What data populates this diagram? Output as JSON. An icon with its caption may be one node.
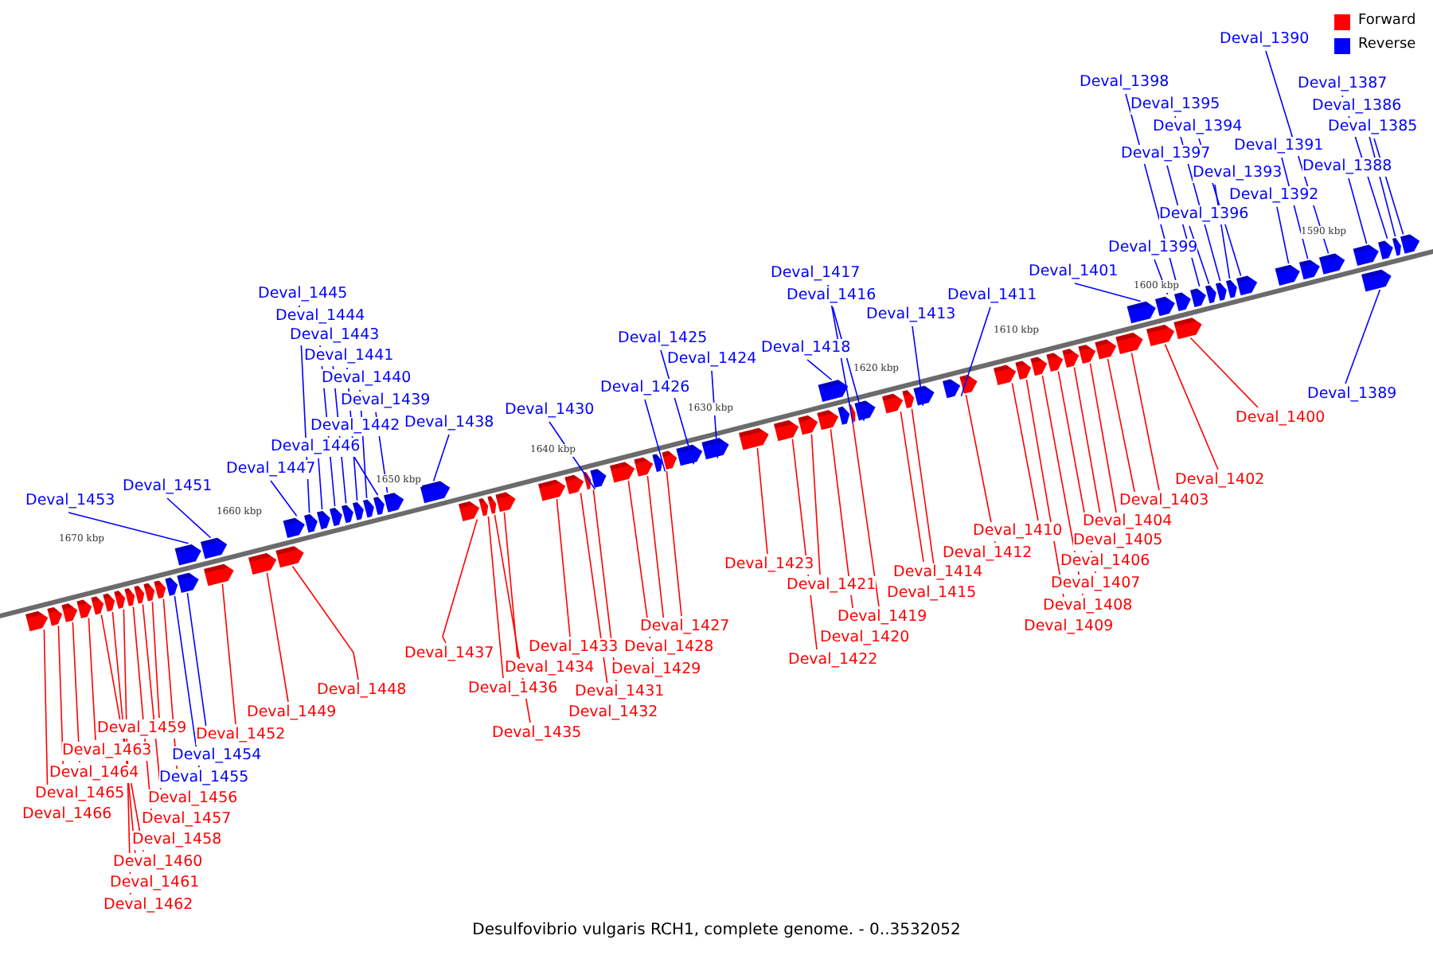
{
  "diagram": {
    "caption": "Desulfovibrio vulgaris RCH1, complete genome. - 0..3532052",
    "nodes": [
      {
        "text": [
          "Deval_1390"
        ]
      },
      {
        "text": [
          "Deval_1398"
        ]
      },
      {
        "text": [
          "Deval_1387"
        ]
      },
      {
        "text": [
          "Deval_1395"
        ]
      },
      {
        "text": [
          "Deval_1386"
        ]
      },
      {
        "text": [
          "Deval_1394"
        ]
      },
      {
        "text": [
          "Deval_1385"
        ]
      },
      {
        "text": [
          "Deval_1391"
        ]
      },
      {
        "text": [
          "Deval_1397"
        ]
      },
      {
        "text": [
          "Deval_1388"
        ]
      },
      {
        "text": [
          "Deval_1393"
        ]
      },
      {
        "text": [
          "Deval_1392"
        ]
      },
      {
        "text": [
          "Deval_1396"
        ]
      },
      {
        "text": [
          "Deval_1399"
        ]
      },
      {
        "text": [
          "Deval_1401"
        ]
      },
      {
        "text": [
          "Deval_1417"
        ]
      },
      {
        "text": [
          "Deval_1445"
        ]
      },
      {
        "text": [
          "Deval_1416"
        ]
      },
      {
        "text": [
          "Deval_1411"
        ]
      },
      {
        "text": [
          "Deval_1413"
        ]
      },
      {
        "text": [
          "Deval_1444"
        ]
      },
      {
        "text": [
          "Deval_1443"
        ]
      },
      {
        "text": [
          "Deval_1425"
        ]
      },
      {
        "text": [
          "Deval_1418"
        ]
      },
      {
        "text": [
          "Deval_1441"
        ]
      },
      {
        "text": [
          "Deval_1424"
        ]
      },
      {
        "text": [
          "Deval_1440"
        ]
      },
      {
        "text": [
          "Deval_1426"
        ]
      },
      {
        "text": [
          "Deval_1389"
        ]
      },
      {
        "text": [
          "Deval_1439"
        ]
      },
      {
        "text": [
          "Deval_1430"
        ]
      },
      {
        "text": [
          "Deval_1400"
        ]
      },
      {
        "text": [
          "Deval_1438"
        ]
      },
      {
        "text": [
          "Deval_1442"
        ]
      },
      {
        "text": [
          "Deval_1446"
        ]
      },
      {
        "text": [
          "Deval_1447"
        ]
      },
      {
        "text": [
          "Deval_1402"
        ]
      },
      {
        "text": [
          "Deval_1451"
        ]
      },
      {
        "text": [
          "Deval_1453"
        ]
      },
      {
        "text": [
          "Deval_1403"
        ]
      },
      {
        "text": [
          "Deval_1404"
        ]
      },
      {
        "text": [
          "Deval_1410"
        ]
      },
      {
        "text": [
          "Deval_1405"
        ]
      },
      {
        "text": [
          "Deval_1412"
        ]
      },
      {
        "text": [
          "Deval_1406"
        ]
      },
      {
        "text": [
          "Deval_1423"
        ]
      },
      {
        "text": [
          "Deval_1414"
        ]
      },
      {
        "text": [
          "Deval_1407"
        ]
      },
      {
        "text": [
          "Deval_1421"
        ]
      },
      {
        "text": [
          "Deval_1415"
        ]
      },
      {
        "text": [
          "Deval_1408"
        ]
      },
      {
        "text": [
          "Deval_1419"
        ]
      },
      {
        "text": [
          "Deval_1409"
        ]
      },
      {
        "text": [
          "Deval_1427"
        ]
      },
      {
        "text": [
          "Deval_1420"
        ]
      },
      {
        "text": [
          "Deval_1433"
        ]
      },
      {
        "text": [
          "Deval_1428"
        ]
      },
      {
        "text": [
          "Deval_1437"
        ]
      },
      {
        "text": [
          "Deval_1422"
        ]
      },
      {
        "text": [
          "Deval_1434"
        ]
      },
      {
        "text": [
          "Deval_1429"
        ]
      },
      {
        "text": [
          "Deval_1436"
        ]
      },
      {
        "text": [
          "Deval_1448"
        ]
      },
      {
        "text": [
          "Deval_1431"
        ]
      },
      {
        "text": [
          "Deval_1449"
        ]
      },
      {
        "text": [
          "Deval_1432"
        ]
      },
      {
        "text": [
          "Deval_1459"
        ]
      },
      {
        "text": [
          "Deval_1435"
        ]
      },
      {
        "text": [
          "Deval_1452"
        ]
      },
      {
        "text": [
          "Deval_1463"
        ]
      },
      {
        "text": [
          "Deval_1454"
        ]
      },
      {
        "text": [
          "Deval_1464"
        ]
      },
      {
        "text": [
          "Deval_1455"
        ]
      },
      {
        "text": [
          "Deval_1465"
        ]
      },
      {
        "text": [
          "Deval_1456"
        ]
      },
      {
        "text": [
          "Deval_1466"
        ]
      },
      {
        "text": [
          "Deval_1457"
        ]
      },
      {
        "text": [
          "Deval_1458"
        ]
      },
      {
        "text": [
          "Deval_1460"
        ]
      },
      {
        "text": [
          "Deval_1461"
        ]
      },
      {
        "text": [
          "Deval_1462"
        ]
      },
      {
        "text": [],
        "shape": "arrow"
      },
      {
        "text": [],
        "shape": "arrow"
      },
      {
        "text": [],
        "shape": "arrow"
      },
      {
        "text": [],
        "shape": "arrow"
      },
      {
        "text": [],
        "shape": "arrow"
      },
      {
        "text": [],
        "shape": "arrow"
      },
      {
        "text": [],
        "shape": "arrow"
      },
      {
        "text": [],
        "shape": "arrow"
      },
      {
        "text": [],
        "shape": "arrow"
      },
      {
        "text": [],
        "shape": "arrow"
      },
      {
        "text": [],
        "shape": "arrow"
      },
      {
        "text": [],
        "shape": "arrow"
      },
      {
        "text": [],
        "shape": "arrow"
      },
      {
        "text": [],
        "shape": "arrow"
      },
      {
        "text": [],
        "shape": "arrow"
      },
      {
        "text": [],
        "shape": "arrow"
      },
      {
        "text": [],
        "shape": "arrow"
      },
      {
        "text": [],
        "shape": "arrow"
      },
      {
        "text": [],
        "shape": "arrow"
      },
      {
        "text": [],
        "shape": "arrow"
      },
      {
        "text": [],
        "shape": "arrow"
      },
      {
        "text": [],
        "shape": "arrow"
      },
      {
        "text": [],
        "shape": "arrow"
      },
      {
        "text": [],
        "shape": "arrow"
      },
      {
        "text": [],
        "shape": "arrow"
      },
      {
        "text": [],
        "shape": "arrow"
      },
      {
        "text": [],
        "shape": "arrow"
      },
      {
        "text": [],
        "shape": "arrow"
      },
      {
        "text": [],
        "shape": "arrow"
      },
      {
        "text": [],
        "shape": "arrow"
      },
      {
        "text": [],
        "shape": "arrow"
      },
      {
        "text": [],
        "shape": "arrow"
      },
      {
        "text": [],
        "shape": "arrow"
      },
      {
        "text": [],
        "shape": "arrow"
      },
      {
        "text": [],
        "shape": "arrow"
      },
      {
        "text": [],
        "shape": "arrow"
      },
      {
        "text": [],
        "shape": "arrow"
      },
      {
        "text": [],
        "shape": "arrow"
      },
      {
        "text": [],
        "shape": "arrow"
      },
      {
        "text": [],
        "shape": "arrow"
      },
      {
        "text": [],
        "shape": "arrow"
      },
      {
        "text": [],
        "shape": "arrow"
      },
      {
        "text": [],
        "shape": "arrow"
      },
      {
        "text": [],
        "shape": "arrow"
      },
      {
        "text": [],
        "shape": "arrow"
      },
      {
        "text": [],
        "shape": "arrow"
      },
      {
        "text": [],
        "shape": "arrow"
      },
      {
        "text": [],
        "shape": "arrow"
      },
      {
        "text": [],
        "shape": "arrow"
      },
      {
        "text": [],
        "shape": "arrow"
      },
      {
        "text": [],
        "shape": "arrow"
      },
      {
        "text": [],
        "shape": "arrow"
      },
      {
        "text": [],
        "shape": "arrow"
      },
      {
        "text": [],
        "shape": "arrow"
      },
      {
        "text": [],
        "shape": "arrow"
      },
      {
        "text": [],
        "shape": "arrow"
      },
      {
        "text": [],
        "shape": "arrow"
      },
      {
        "text": [],
        "shape": "arrow"
      },
      {
        "text": [],
        "shape": "arrow"
      },
      {
        "text": [],
        "shape": "arrow"
      },
      {
        "text": [],
        "shape": "arrow"
      },
      {
        "text": [],
        "shape": "arrow"
      },
      {
        "text": [],
        "shape": "arrow"
      },
      {
        "text": [],
        "shape": "arrow"
      },
      {
        "text": [],
        "shape": "arrow"
      },
      {
        "text": [],
        "shape": "arrow"
      },
      {
        "text": [],
        "shape": "arrow"
      },
      {
        "text": [],
        "shape": "arrow"
      },
      {
        "text": [],
        "shape": "arrow"
      },
      {
        "text": [],
        "shape": "arrow"
      },
      {
        "text": [],
        "shape": "arrow"
      },
      {
        "text": [],
        "shape": "arrow"
      },
      {
        "text": [],
        "shape": "arrow"
      },
      {
        "text": [],
        "shape": "arrow"
      },
      {
        "text": [],
        "shape": "arrow"
      },
      {
        "text": [],
        "shape": "arrow"
      },
      {
        "text": [],
        "shape": "arrow"
      },
      {
        "text": [],
        "shape": "arrow"
      },
      {
        "text": [],
        "shape": "arrow"
      },
      {
        "text": [],
        "shape": "arrow"
      },
      {
        "text": [],
        "shape": "arrow"
      }
    ],
    "edges": [
      {
        "from": 0,
        "to": 81,
        "arrow": "none",
        "color": "#0000ff"
      },
      {
        "from": 1,
        "to": 82,
        "arrow": "none",
        "color": "#0000ff"
      },
      {
        "from": 2,
        "to": 83,
        "arrow": "none",
        "color": "#0000ff"
      },
      {
        "from": 3,
        "to": 84,
        "arrow": "none",
        "color": "#0000ff"
      },
      {
        "from": 4,
        "to": 85,
        "arrow": "none",
        "color": "#0000ff"
      },
      {
        "from": 5,
        "to": 86,
        "arrow": "none",
        "color": "#0000ff"
      },
      {
        "from": 6,
        "to": 87,
        "arrow": "none",
        "color": "#0000ff"
      },
      {
        "from": 7,
        "to": 88,
        "arrow": "none",
        "color": "#0000ff"
      },
      {
        "from": 8,
        "to": 89,
        "arrow": "none",
        "color": "#0000ff"
      },
      {
        "from": 9,
        "to": 90,
        "arrow": "none",
        "color": "#0000ff"
      },
      {
        "from": 10,
        "to": 91,
        "arrow": "none",
        "color": "#0000ff"
      },
      {
        "from": 11,
        "to": 92,
        "arrow": "none",
        "color": "#0000ff"
      },
      {
        "from": 12,
        "to": 93,
        "arrow": "none",
        "color": "#0000ff"
      },
      {
        "from": 13,
        "to": 94,
        "arrow": "none",
        "color": "#0000ff"
      },
      {
        "from": 14,
        "to": 95,
        "arrow": "none",
        "color": "#0000ff"
      },
      {
        "from": 15,
        "to": 96,
        "arrow": "none",
        "color": "#0000ff"
      },
      {
        "from": 16,
        "to": 97,
        "arrow": "none",
        "color": "#0000ff"
      },
      {
        "from": 17,
        "to": 98,
        "arrow": "none",
        "color": "#0000ff"
      },
      {
        "from": 18,
        "to": 99,
        "arrow": "none",
        "color": "#0000ff"
      },
      {
        "from": 19,
        "to": 100,
        "arrow": "none",
        "color": "#0000ff"
      },
      {
        "from": 20,
        "to": 101,
        "arrow": "none",
        "color": "#0000ff"
      },
      {
        "from": 21,
        "to": 102,
        "arrow": "none",
        "color": "#0000ff"
      },
      {
        "from": 22,
        "to": 103,
        "arrow": "none",
        "color": "#0000ff"
      },
      {
        "from": 23,
        "to": 104,
        "arrow": "none",
        "color": "#0000ff"
      },
      {
        "from": 24,
        "to": 105,
        "arrow": "none",
        "color": "#0000ff"
      },
      {
        "from": 25,
        "to": 106,
        "arrow": "none",
        "color": "#0000ff"
      },
      {
        "from": 26,
        "to": 107,
        "arrow": "none",
        "color": "#0000ff"
      },
      {
        "from": 27,
        "to": 108,
        "arrow": "none",
        "color": "#0000ff"
      },
      {
        "from": 28,
        "to": 109,
        "arrow": "none",
        "color": "#0000ff"
      },
      {
        "from": 29,
        "to": 110,
        "arrow": "none",
        "color": "#0000ff"
      },
      {
        "from": 30,
        "to": 111,
        "arrow": "none",
        "color": "#0000ff"
      },
      {
        "from": 31,
        "to": 112,
        "arrow": "none"
      },
      {
        "from": 32,
        "to": 113,
        "arrow": "none",
        "color": "#0000ff"
      },
      {
        "from": 33,
        "to": 114,
        "arrow": "none",
        "color": "#0000ff"
      },
      {
        "from": 34,
        "to": 115,
        "arrow": "none",
        "color": "#0000ff"
      },
      {
        "from": 35,
        "to": 116,
        "arrow": "none",
        "color": "#0000ff"
      },
      {
        "from": 36,
        "to": 117,
        "arrow": "none"
      },
      {
        "from": 37,
        "to": 118,
        "arrow": "none",
        "color": "#0000ff"
      },
      {
        "from": 38,
        "to": 119,
        "arrow": "none",
        "color": "#0000ff"
      },
      {
        "from": 39,
        "to": 120,
        "arrow": "none"
      },
      {
        "from": 40,
        "to": 121,
        "arrow": "none"
      },
      {
        "from": 41,
        "to": 122,
        "arrow": "none"
      },
      {
        "from": 42,
        "to": 123,
        "arrow": "none"
      },
      {
        "from": 43,
        "to": 124,
        "arrow": "none"
      },
      {
        "from": 44,
        "to": 125,
        "arrow": "none"
      },
      {
        "from": 45,
        "to": 126,
        "arrow": "none"
      },
      {
        "from": 46,
        "to": 127,
        "arrow": "none"
      },
      {
        "from": 47,
        "to": 128,
        "arrow": "none"
      },
      {
        "from": 48,
        "to": 129,
        "arrow": "none"
      },
      {
        "from": 49,
        "to": 130,
        "arrow": "none"
      },
      {
        "from": 50,
        "to": 131,
        "arrow": "none"
      },
      {
        "from": 51,
        "to": 132,
        "arrow": "none"
      },
      {
        "from": 52,
        "to": 133,
        "arrow": "none"
      },
      {
        "from": 53,
        "to": 134,
        "arrow": "none"
      },
      {
        "from": 54,
        "to": 135,
        "arrow": "none"
      },
      {
        "from": 55,
        "to": 136,
        "arrow": "none"
      },
      {
        "from": 56,
        "to": 137,
        "arrow": "none"
      },
      {
        "from": 57,
        "to": 138,
        "arrow": "none"
      },
      {
        "from": 58,
        "to": 139,
        "arrow": "none"
      },
      {
        "from": 59,
        "to": 140,
        "arrow": "none"
      },
      {
        "from": 60,
        "to": 141,
        "arrow": "none"
      },
      {
        "from": 61,
        "to": 142,
        "arrow": "none"
      },
      {
        "from": 62,
        "to": 143,
        "arrow": "none"
      },
      {
        "from": 63,
        "to": 144,
        "arrow": "none"
      },
      {
        "from": 64,
        "to": 145,
        "arrow": "none"
      },
      {
        "from": 65,
        "to": 146,
        "arrow": "none"
      },
      {
        "from": 66,
        "to": 147,
        "arrow": "none"
      },
      {
        "from": 67,
        "to": 148,
        "arrow": "none"
      },
      {
        "from": 68,
        "to": 149,
        "arrow": "none"
      },
      {
        "from": 69,
        "to": 150,
        "arrow": "none"
      },
      {
        "from": 70,
        "to": 151,
        "arrow": "none",
        "color": "#0000ff"
      },
      {
        "from": 71,
        "to": 152,
        "arrow": "none"
      },
      {
        "from": 72,
        "to": 153,
        "arrow": "none",
        "color": "#0000ff"
      },
      {
        "from": 73,
        "to": 154,
        "arrow": "none"
      },
      {
        "from": 74,
        "to": 155,
        "arrow": "none"
      },
      {
        "from": 75,
        "to": 156,
        "arrow": "none"
      },
      {
        "from": 76,
        "to": 157,
        "arrow": "none"
      },
      {
        "from": 77,
        "to": 158,
        "arrow": "none"
      },
      {
        "from": 78,
        "to": 159,
        "arrow": "none"
      },
      {
        "from": 79,
        "to": 160,
        "arrow": "none"
      },
      {
        "from": 80,
        "to": 161,
        "arrow": "none"
      }
    ],
    "labels": [
      "1590 kbp",
      "1600 kbp",
      "1610 kbp",
      "1620 kbp",
      "1630 kbp",
      "1640 kbp",
      "1650 kbp",
      "1660 kbp",
      "1670 kbp"
    ],
    "legend": [
      {
        "text": "Forward",
        "color": "#ff0000"
      },
      {
        "text": "Reverse",
        "color": "#0000ff"
      }
    ]
  }
}
